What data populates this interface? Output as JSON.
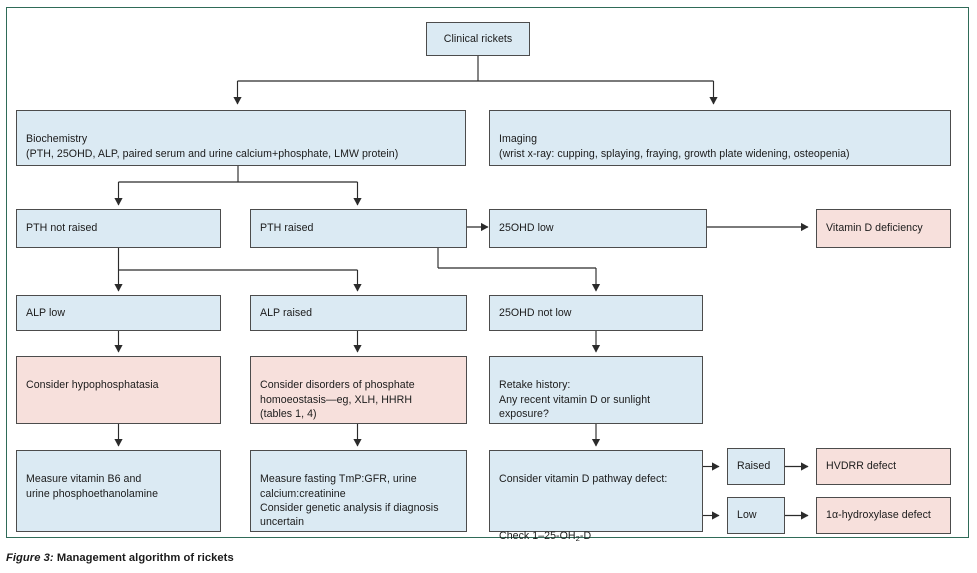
{
  "figure": {
    "label": "Figure 3:",
    "title": "Management algorithm of rickets"
  },
  "colors": {
    "box_blue_fill": "#dbeaf3",
    "box_pink_fill": "#f7e0dc",
    "box_stroke": "#4c4c4c",
    "frame_stroke": "#2f6b58",
    "connector": "#2b2b2b",
    "text": "#1b1b1b"
  },
  "nodes": {
    "clinical_rickets": "Clinical rickets",
    "biochemistry": "Biochemistry\n(PTH, 25OHD, ALP, paired serum and urine calcium+phosphate, LMW protein)",
    "imaging": "Imaging\n(wrist x-ray: cupping, splaying, fraying, growth plate widening, osteopenia)",
    "pth_not_raised": "PTH not raised",
    "pth_raised": "PTH raised",
    "ohd_low": "25OHD low",
    "vitamin_d_deficiency": "Vitamin D deficiency",
    "alp_low": "ALP low",
    "alp_raised": "ALP raised",
    "ohd_not_low": "25OHD not low",
    "consider_hypophosphatasia": "Consider hypophosphatasia",
    "consider_disorders": "Consider disorders of phosphate\nhomoeostasis—eg, XLH, HHRH\n(tables 1, 4)",
    "retake_history": "Retake history:\nAny recent vitamin D or sunlight\nexposure?",
    "measure_vitamin_b6": "Measure vitamin B6 and\nurine phosphoethanolamine",
    "measure_fasting": "Measure fasting TmP:GFR, urine\ncalcium:creatinine\nConsider genetic analysis if diagnosis\nuncertain",
    "consider_pathway_line1": "Consider vitamin D pathway defect:",
    "consider_pathway_line2_pre": "Check 1–25-OH",
    "consider_pathway_line2_sub": "2",
    "consider_pathway_line2_post": "-D",
    "raised": "Raised",
    "low": "Low",
    "hvdrr_defect": "HVDRR defect",
    "hydroxylase_defect": "1α-hydroxylase defect"
  }
}
